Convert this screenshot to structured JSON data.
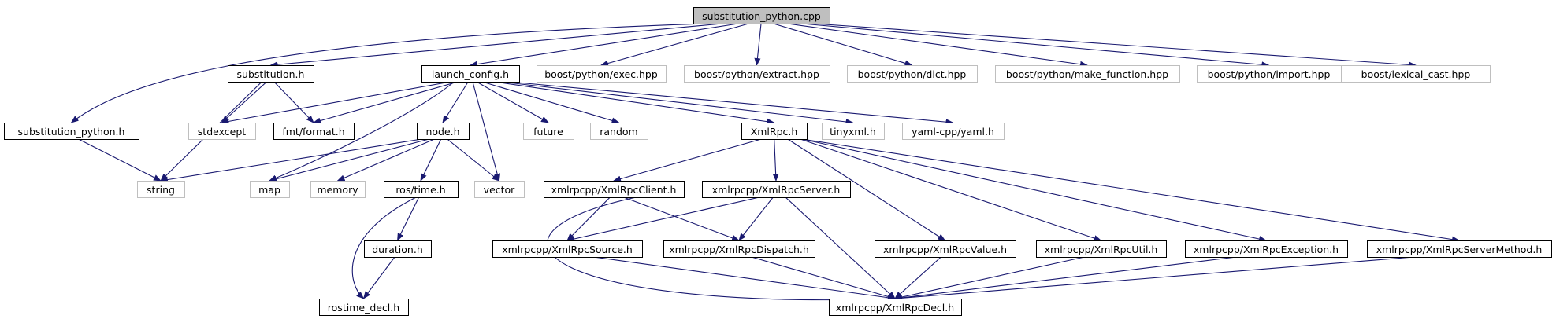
{
  "diagram": {
    "colors": {
      "edge": "#191970",
      "root_fill": "#bfbfbf",
      "root_stroke": "#000000",
      "local_stroke": "#000000",
      "external_stroke": "#bfbfbf",
      "text": "#000000"
    },
    "nodes": [
      {
        "id": "root",
        "label": "substitution_python.cpp",
        "kind": "root"
      },
      {
        "id": "substitution_python_h",
        "label": "substitution_python.h",
        "kind": "local"
      },
      {
        "id": "substitution_h",
        "label": "substitution.h",
        "kind": "local"
      },
      {
        "id": "launch_config_h",
        "label": "launch_config.h",
        "kind": "local"
      },
      {
        "id": "boost_exec",
        "label": "boost/python/exec.hpp",
        "kind": "external"
      },
      {
        "id": "boost_extract",
        "label": "boost/python/extract.hpp",
        "kind": "external"
      },
      {
        "id": "boost_dict",
        "label": "boost/python/dict.hpp",
        "kind": "external"
      },
      {
        "id": "boost_make_function",
        "label": "boost/python/make_function.hpp",
        "kind": "external"
      },
      {
        "id": "boost_import",
        "label": "boost/python/import.hpp",
        "kind": "external"
      },
      {
        "id": "boost_lexical_cast",
        "label": "boost/lexical_cast.hpp",
        "kind": "external"
      },
      {
        "id": "stdexcept",
        "label": "stdexcept",
        "kind": "external"
      },
      {
        "id": "fmt_format",
        "label": "fmt/format.h",
        "kind": "local"
      },
      {
        "id": "node_h",
        "label": "node.h",
        "kind": "local"
      },
      {
        "id": "future",
        "label": "future",
        "kind": "external"
      },
      {
        "id": "random",
        "label": "random",
        "kind": "external"
      },
      {
        "id": "xmlrpc_h",
        "label": "XmlRpc.h",
        "kind": "local"
      },
      {
        "id": "tinyxml",
        "label": "tinyxml.h",
        "kind": "external"
      },
      {
        "id": "yaml",
        "label": "yaml-cpp/yaml.h",
        "kind": "external"
      },
      {
        "id": "string",
        "label": "string",
        "kind": "external"
      },
      {
        "id": "map",
        "label": "map",
        "kind": "external"
      },
      {
        "id": "memory",
        "label": "memory",
        "kind": "external"
      },
      {
        "id": "ros_time",
        "label": "ros/time.h",
        "kind": "local"
      },
      {
        "id": "vector",
        "label": "vector",
        "kind": "external"
      },
      {
        "id": "client",
        "label": "xmlrpcpp/XmlRpcClient.h",
        "kind": "local"
      },
      {
        "id": "server",
        "label": "xmlrpcpp/XmlRpcServer.h",
        "kind": "local"
      },
      {
        "id": "duration",
        "label": "duration.h",
        "kind": "local"
      },
      {
        "id": "source",
        "label": "xmlrpcpp/XmlRpcSource.h",
        "kind": "local"
      },
      {
        "id": "dispatch",
        "label": "xmlrpcpp/XmlRpcDispatch.h",
        "kind": "local"
      },
      {
        "id": "value",
        "label": "xmlrpcpp/XmlRpcValue.h",
        "kind": "local"
      },
      {
        "id": "util",
        "label": "xmlrpcpp/XmlRpcUtil.h",
        "kind": "local"
      },
      {
        "id": "exception",
        "label": "xmlrpcpp/XmlRpcException.h",
        "kind": "local"
      },
      {
        "id": "servermethod",
        "label": "xmlrpcpp/XmlRpcServerMethod.h",
        "kind": "local"
      },
      {
        "id": "rostime_decl",
        "label": "rostime_decl.h",
        "kind": "local"
      },
      {
        "id": "decl",
        "label": "xmlrpcpp/XmlRpcDecl.h",
        "kind": "local"
      }
    ],
    "edges": [
      {
        "from": "root",
        "to": "substitution_python_h"
      },
      {
        "from": "root",
        "to": "substitution_h"
      },
      {
        "from": "root",
        "to": "launch_config_h"
      },
      {
        "from": "root",
        "to": "boost_exec"
      },
      {
        "from": "root",
        "to": "boost_extract"
      },
      {
        "from": "root",
        "to": "boost_dict"
      },
      {
        "from": "root",
        "to": "boost_make_function"
      },
      {
        "from": "root",
        "to": "boost_import"
      },
      {
        "from": "root",
        "to": "boost_lexical_cast"
      },
      {
        "from": "substitution_python_h",
        "to": "string"
      },
      {
        "from": "substitution_h",
        "to": "string"
      },
      {
        "from": "substitution_h",
        "to": "stdexcept"
      },
      {
        "from": "substitution_h",
        "to": "fmt_format"
      },
      {
        "from": "launch_config_h",
        "to": "stdexcept"
      },
      {
        "from": "launch_config_h",
        "to": "fmt_format"
      },
      {
        "from": "launch_config_h",
        "to": "node_h"
      },
      {
        "from": "launch_config_h",
        "to": "map"
      },
      {
        "from": "launch_config_h",
        "to": "vector"
      },
      {
        "from": "launch_config_h",
        "to": "future"
      },
      {
        "from": "launch_config_h",
        "to": "random"
      },
      {
        "from": "launch_config_h",
        "to": "xmlrpc_h"
      },
      {
        "from": "launch_config_h",
        "to": "tinyxml"
      },
      {
        "from": "launch_config_h",
        "to": "yaml"
      },
      {
        "from": "node_h",
        "to": "string"
      },
      {
        "from": "node_h",
        "to": "map"
      },
      {
        "from": "node_h",
        "to": "memory"
      },
      {
        "from": "node_h",
        "to": "ros_time"
      },
      {
        "from": "node_h",
        "to": "vector"
      },
      {
        "from": "ros_time",
        "to": "duration"
      },
      {
        "from": "ros_time",
        "to": "rostime_decl"
      },
      {
        "from": "duration",
        "to": "rostime_decl"
      },
      {
        "from": "xmlrpc_h",
        "to": "client"
      },
      {
        "from": "xmlrpc_h",
        "to": "server"
      },
      {
        "from": "xmlrpc_h",
        "to": "value"
      },
      {
        "from": "xmlrpc_h",
        "to": "util"
      },
      {
        "from": "xmlrpc_h",
        "to": "exception"
      },
      {
        "from": "xmlrpc_h",
        "to": "servermethod"
      },
      {
        "from": "client",
        "to": "source"
      },
      {
        "from": "client",
        "to": "dispatch"
      },
      {
        "from": "client",
        "to": "decl"
      },
      {
        "from": "server",
        "to": "source"
      },
      {
        "from": "server",
        "to": "dispatch"
      },
      {
        "from": "server",
        "to": "decl"
      },
      {
        "from": "source",
        "to": "decl"
      },
      {
        "from": "dispatch",
        "to": "decl"
      },
      {
        "from": "value",
        "to": "decl"
      },
      {
        "from": "util",
        "to": "decl"
      },
      {
        "from": "exception",
        "to": "decl"
      },
      {
        "from": "servermethod",
        "to": "decl"
      }
    ]
  }
}
